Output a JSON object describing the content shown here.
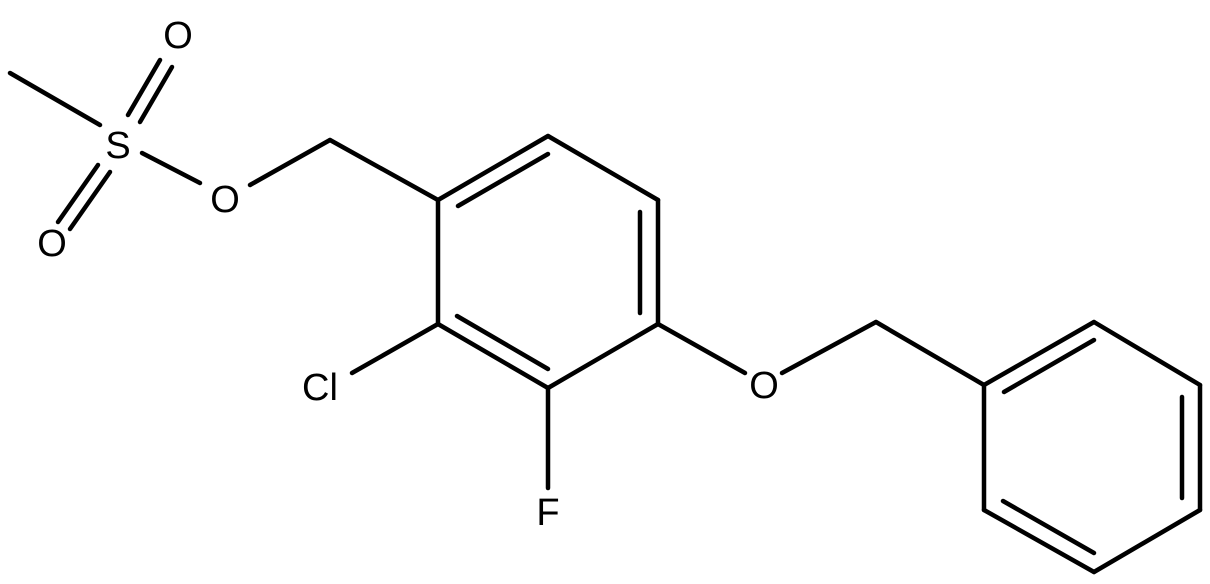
{
  "molecule": {
    "atom_labels": {
      "S": "S",
      "O_top": "O",
      "O_bottom": "O",
      "O_ester": "O",
      "Cl": "Cl",
      "F": "F",
      "O_ether": "O"
    }
  },
  "colors": {
    "bond": "#000000",
    "label": "#000000",
    "background": "#ffffff"
  }
}
